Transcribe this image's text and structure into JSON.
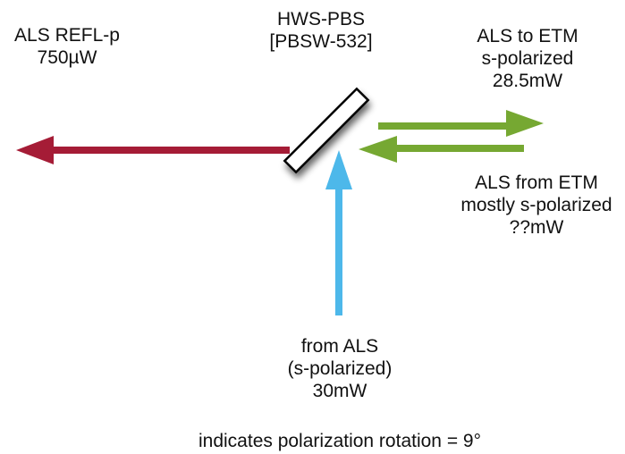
{
  "component": {
    "name_line1": "HWS-PBS",
    "name_line2": "[PBSW-532]"
  },
  "beams": {
    "refl": {
      "line1": "ALS REFL-p",
      "line2": "750µW",
      "color": "#a51c36"
    },
    "to_etm": {
      "line1": "ALS to ETM",
      "line2": "s-polarized",
      "line3": "28.5mW",
      "color": "#76a832"
    },
    "from_etm": {
      "line1": "ALS from ETM",
      "line2": "mostly s-polarized",
      "line3": "??mW",
      "color": "#76a832"
    },
    "from_als": {
      "line1": "from ALS",
      "line2": "(s-polarized)",
      "line3": "30mW",
      "color": "#4db8ea"
    }
  },
  "footnote": "indicates polarization rotation = 9°"
}
